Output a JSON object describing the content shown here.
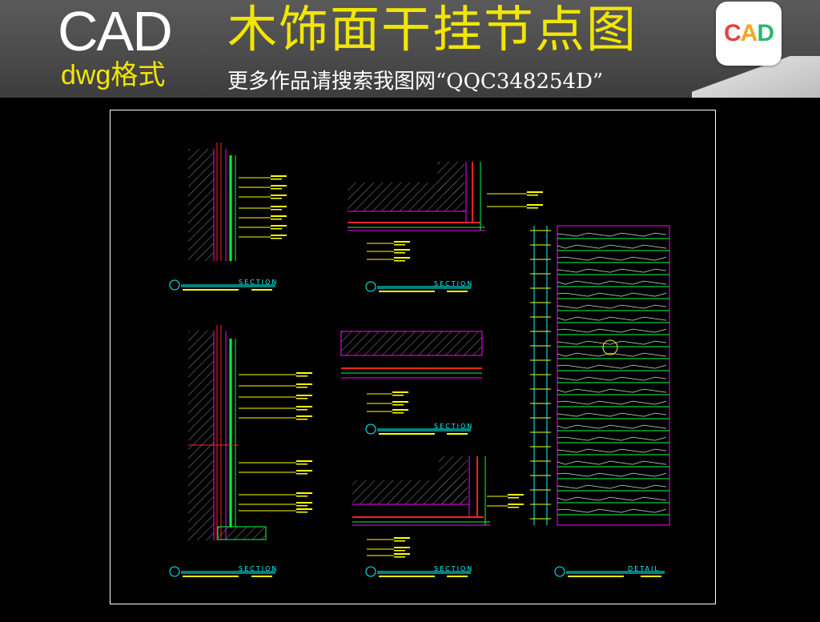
{
  "header": {
    "logo_text": "CAD",
    "logo_sub": "dwg格式",
    "title": "木饰面干挂节点图",
    "subtitle": "更多作品请搜索我图网“QQC348254D”",
    "badge_text": "CAD",
    "badge_colors": [
      "#e8413c",
      "#f5a623",
      "#2bb673",
      "#2d8ee0"
    ]
  },
  "drawing": {
    "colors": {
      "frame": "#ffffff",
      "wall": "#ff00ff",
      "structure": "#ff2020",
      "panel": "#00ff40",
      "label": "#ffff00",
      "title_line": "#00ffff",
      "hatch": "#9a9a9a"
    },
    "labels": [
      {
        "id": "s1",
        "text": "SECTION"
      },
      {
        "id": "s2",
        "text": "SECTION"
      },
      {
        "id": "s3",
        "text": "SECTION"
      },
      {
        "id": "s4",
        "text": "SECTION"
      },
      {
        "id": "s5",
        "text": "SECTION"
      },
      {
        "id": "d1",
        "text": "DETAIL"
      }
    ]
  }
}
